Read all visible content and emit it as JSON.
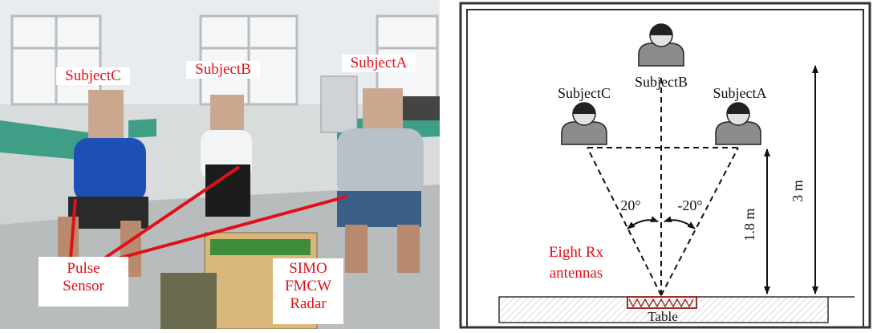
{
  "photo": {
    "subject_c_label": "SubjectC",
    "subject_b_label": "SubjectB",
    "subject_a_label": "SubjectA",
    "pulse_sensor_line1": "Pulse",
    "pulse_sensor_line2": "Sensor",
    "radar_line1": "SIMO",
    "radar_line2": "FMCW",
    "radar_line3": "Radar",
    "callout_color": "#e0101a"
  },
  "diagram": {
    "subject_b_label": "SubjectB",
    "subject_c_label": "SubjectC",
    "subject_a_label": "SubjectA",
    "angle_left": "20°",
    "angle_right": "-20°",
    "distance_near": "1.8 m",
    "distance_far": "3 m",
    "antennas_line1": "Eight Rx",
    "antennas_line2": "antennas",
    "table_label": "Table",
    "antennas_color": "#e0101a",
    "array_color": "#a0302a"
  }
}
